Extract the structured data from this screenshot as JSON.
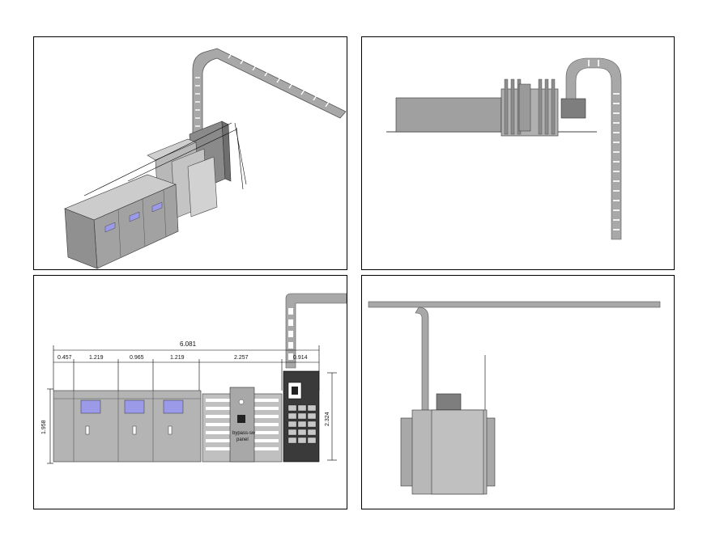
{
  "views": [
    {
      "id": "isometric",
      "label": ""
    },
    {
      "id": "side",
      "label": ""
    },
    {
      "id": "front",
      "label": ""
    },
    {
      "id": "plan",
      "label": ""
    }
  ],
  "front_view": {
    "overall_dim": "6.081",
    "segment_dims": [
      "0.457",
      "1.219",
      "0.965",
      "1.219",
      "2.257",
      "0.914"
    ],
    "height_left": "1.958",
    "height_right": "2.324",
    "center_label_line1": "bypass-sw",
    "center_label_line2": "panel"
  },
  "colors": {
    "panel_fill": "#b4b4b4",
    "panel_dark": "#7a7a7a",
    "window_fill": "#9a9ae8",
    "cable_tray": "#a8a8a8",
    "outline": "#000000"
  }
}
